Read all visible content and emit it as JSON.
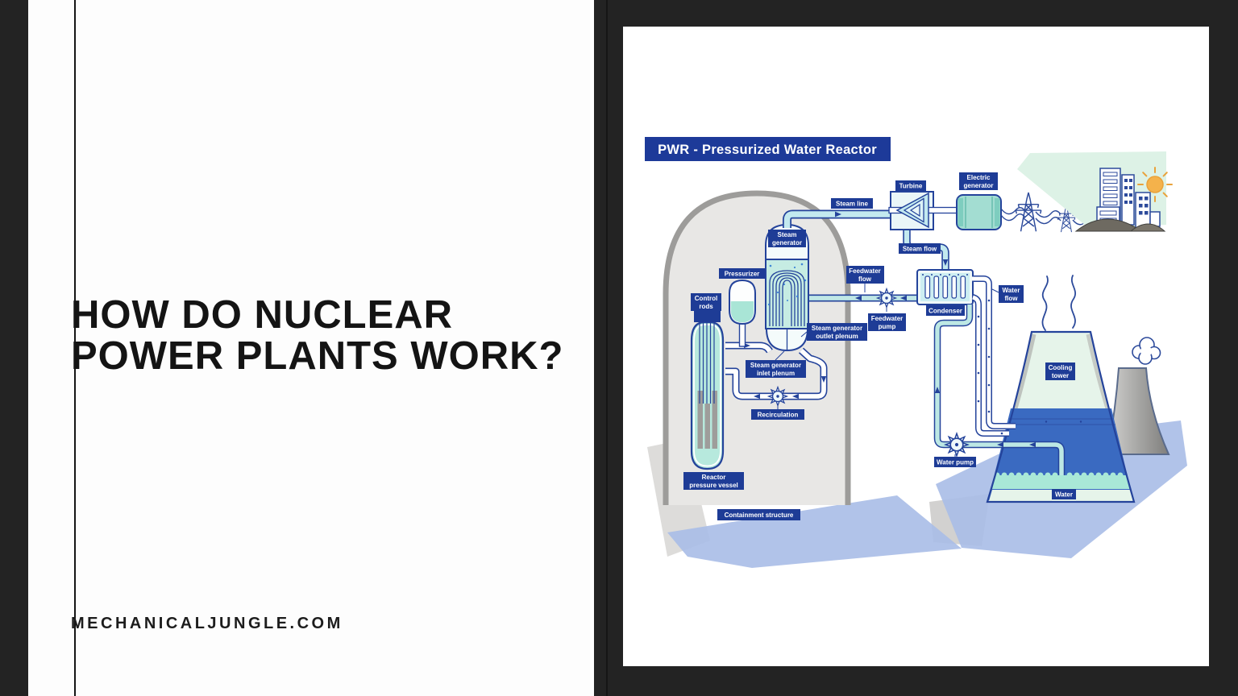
{
  "page": {
    "background": "#232323",
    "panel": "#fdfdfd"
  },
  "left_panel": {
    "title_line1": "HOW DO NUCLEAR",
    "title_line2": "POWER PLANTS WORK?",
    "website": "MECHANICALJUNGLE.COM"
  },
  "diagram": {
    "title": "PWR - Pressurized Water Reactor",
    "labels": {
      "turbine": "Turbine",
      "electric_generator_1": "Electric",
      "electric_generator_2": "generator",
      "steam_line": "Steam line",
      "steam_flow": "Steam flow",
      "steam_generator_1": "Steam",
      "steam_generator_2": "generator",
      "feedwater_flow_1": "Feedwater",
      "feedwater_flow_2": "flow",
      "feedwater_pump_1": "Feedwater",
      "feedwater_pump_2": "pump",
      "condenser": "Condenser",
      "water_flow_1": "Water",
      "water_flow_2": "flow",
      "pressurizer": "Pressurizer",
      "control_rods_1": "Control",
      "control_rods_2": "rods",
      "sg_outlet_1": "Steam generator",
      "sg_outlet_2": "outlet plenum",
      "sg_inlet_1": "Steam generator",
      "sg_inlet_2": "inlet plenum",
      "recirculation": "Recirculation",
      "rpv_1": "Reactor",
      "rpv_2": "pressure vessel",
      "containment": "Containment structure",
      "cooling_tower_1": "Cooling",
      "cooling_tower_2": "tower",
      "water_pump": "Water pump",
      "water": "Water"
    },
    "colors": {
      "label_bg": "#1e3c96",
      "title_bg": "#1d3a99",
      "outline_navy": "#24439b",
      "pipe_steam_cyan": "#c3e9ef",
      "pipe_cooling_teal": "#bde8e4",
      "coolant_mint": "#aee6d8",
      "containment_grey": "#e8e7e5",
      "tower_water_blue": "#3a6ac1",
      "tower_mint": "#e6f4ea",
      "ground_shadow": "#a9bce7",
      "sun_orange": "#f4b24b",
      "city_backdrop": "#ddf2e6"
    }
  }
}
